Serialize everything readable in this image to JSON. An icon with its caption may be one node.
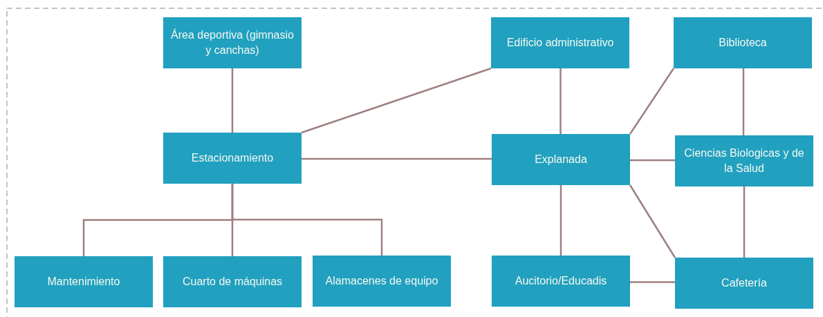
{
  "diagram": {
    "nodes": [
      {
        "text": [
          "Área deportiva (gimnasio y canchas)"
        ]
      },
      {
        "text": [
          "Edificio administrativo"
        ]
      },
      {
        "text": [
          "Biblioteca"
        ]
      },
      {
        "text": [
          "Estacionamiento"
        ]
      },
      {
        "text": [
          "Explanada"
        ]
      },
      {
        "text": [
          "Ciencias Biologicas y de la Salud"
        ]
      },
      {
        "text": [
          "Mantenimiento"
        ]
      },
      {
        "text": [
          "Cuarto de máquinas"
        ]
      },
      {
        "text": [
          "Alamacenes de equipo"
        ]
      },
      {
        "text": [
          "Aucitorio/Educadis"
        ]
      },
      {
        "text": [
          "Cafetería"
        ]
      }
    ],
    "edges": [
      {
        "from": 0,
        "to": 3,
        "arrow": "none"
      },
      {
        "from": 3,
        "to": 1,
        "arrow": "none"
      },
      {
        "from": 3,
        "to": 4,
        "arrow": "none"
      },
      {
        "from": 1,
        "to": 4,
        "arrow": "none"
      },
      {
        "from": 2,
        "to": 4,
        "arrow": "none"
      },
      {
        "from": 2,
        "to": 5,
        "arrow": "none"
      },
      {
        "from": 4,
        "to": 5,
        "arrow": "none"
      },
      {
        "from": 4,
        "to": 10,
        "arrow": "none"
      },
      {
        "from": 5,
        "to": 10,
        "arrow": "none"
      },
      {
        "from": 4,
        "to": 9,
        "arrow": "none"
      },
      {
        "from": 9,
        "to": 10,
        "arrow": "none"
      },
      {
        "from": 3,
        "to": 6,
        "arrow": "none"
      },
      {
        "from": 3,
        "to": 7,
        "arrow": "none"
      },
      {
        "from": 3,
        "to": 8,
        "arrow": "none"
      }
    ]
  }
}
